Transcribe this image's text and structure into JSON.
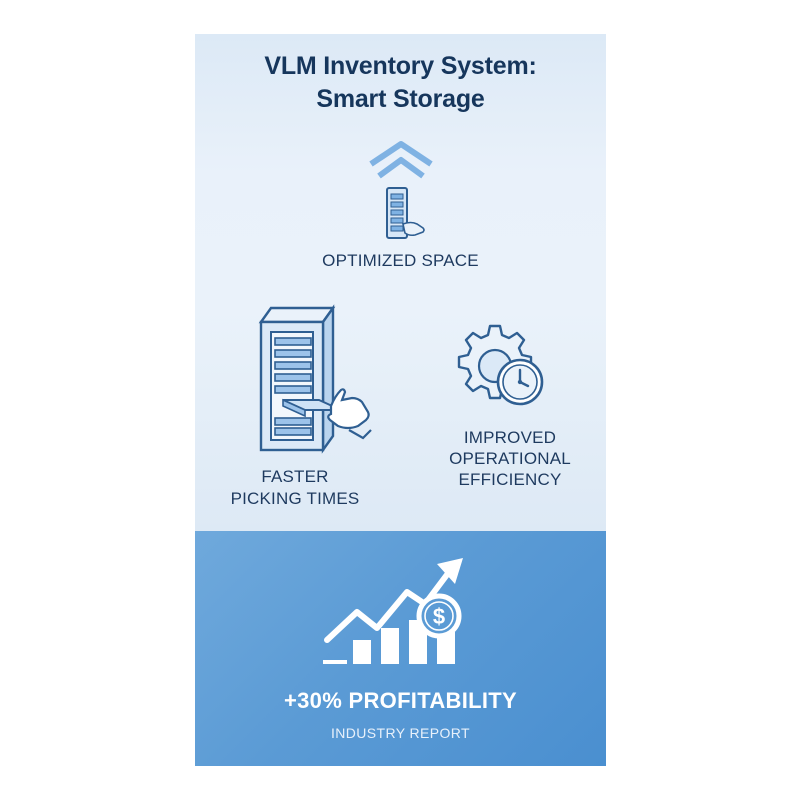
{
  "infographic": {
    "title_line1": "VLM Inventory System:",
    "title_line2": "Smart Storage",
    "benefits": [
      {
        "label": "OPTIMIZED SPACE",
        "icon": "storage-tower-icon"
      },
      {
        "label_line1": "FASTER",
        "label_line2": "PICKING TIMES",
        "icon": "vertical-lift-module-icon"
      },
      {
        "label_line1": "IMPROVED",
        "label_line2": "OPERATIONAL",
        "label_line3": "EFFICIENCY",
        "icon": "gear-clock-icon"
      }
    ],
    "highlight": {
      "value_text": "+30% PROFITABILITY",
      "source": "INDUSTRY REPORT",
      "icon": "growth-chart-dollar-icon"
    },
    "colors": {
      "title": "#16365c",
      "label": "#1e3a5f",
      "panel_light": "#e9f1fa",
      "panel_blue": "#5b9bd5",
      "icon_stroke": "#2f5f92",
      "icon_fill": "#7fb2e3"
    }
  }
}
